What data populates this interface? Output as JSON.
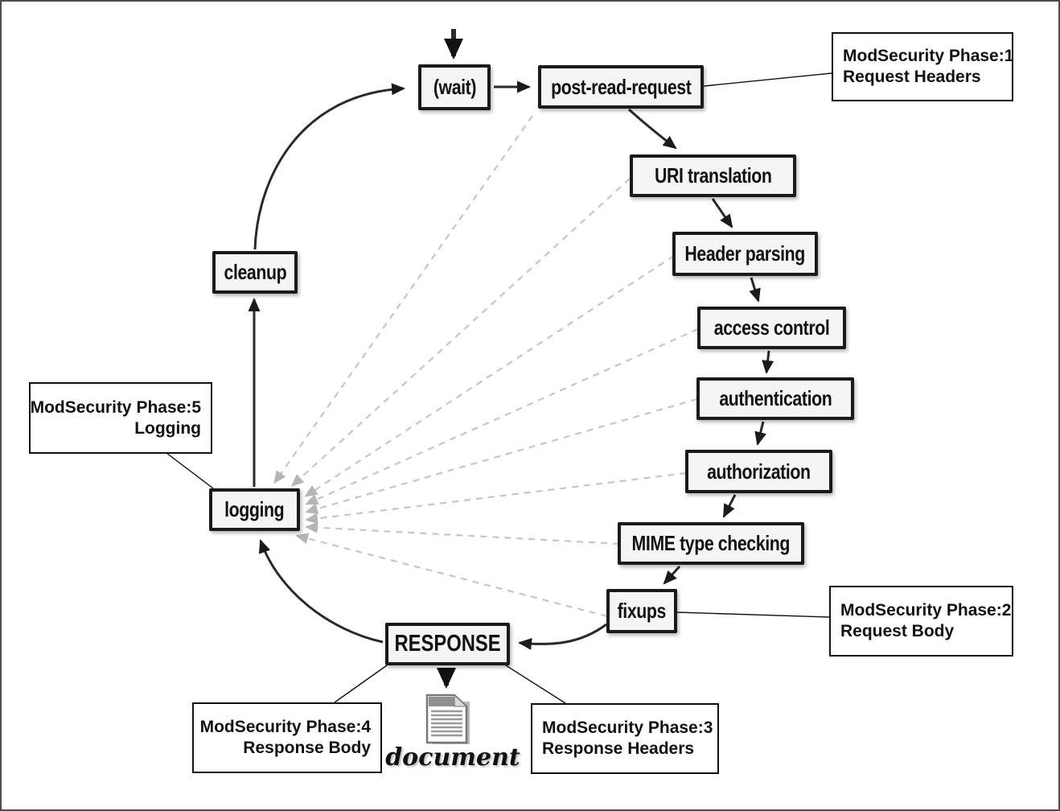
{
  "nodes": {
    "wait": {
      "label": "(wait)"
    },
    "post_read_request": {
      "label": "post-read-request"
    },
    "uri_translation": {
      "label": "URI translation"
    },
    "header_parsing": {
      "label": "Header parsing"
    },
    "access_control": {
      "label": "access control"
    },
    "authentication": {
      "label": "authentication"
    },
    "authorization": {
      "label": "authorization"
    },
    "mime_type_checking": {
      "label": "MIME type checking"
    },
    "fixups": {
      "label": "fixups"
    },
    "response": {
      "label": "RESPONSE"
    },
    "logging": {
      "label": "logging"
    },
    "cleanup": {
      "label": "cleanup"
    }
  },
  "callouts": {
    "phase1": {
      "line1": "ModSecurity Phase:1",
      "line2": "Request Headers"
    },
    "phase2": {
      "line1": "ModSecurity Phase:2",
      "line2": "Request Body"
    },
    "phase3": {
      "line1": "ModSecurity Phase:3",
      "line2": "Response Headers"
    },
    "phase4": {
      "line1": "ModSecurity Phase:4",
      "line2": "Response Body"
    },
    "phase5": {
      "line1": "ModSecurity Phase:5",
      "line2": "Logging"
    }
  },
  "document": {
    "label": "document"
  },
  "icons": {
    "document_icon": "page-with-folded-corner-and-text-lines"
  },
  "colors": {
    "node_fill": "#f5f5f5",
    "node_border": "#1a1a1a",
    "solid_arrow": "#2a2a2a",
    "dashed_arrow": "#c6c6c6",
    "dashed_arrowhead": "#b5b5b5",
    "callout_border": "#111111",
    "frame_border": "#4d4d4d",
    "document_gray": "#8f8f8f"
  }
}
